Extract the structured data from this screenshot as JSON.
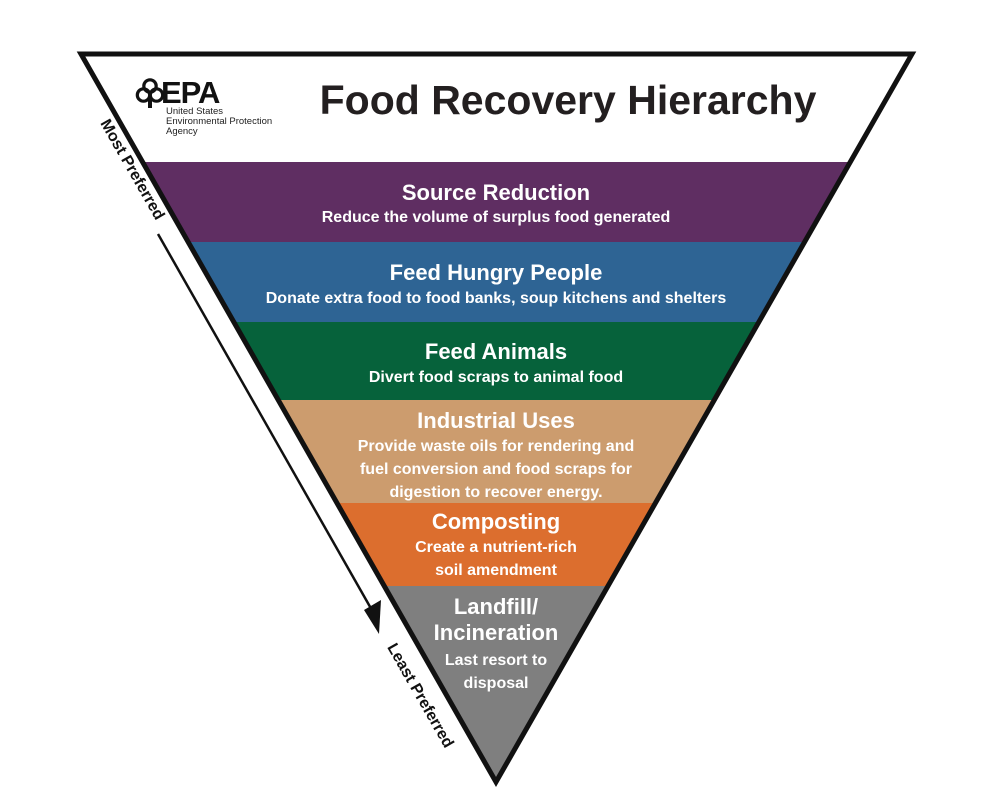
{
  "header": {
    "title": "Food Recovery Hierarchy"
  },
  "logo": {
    "wordmark": "EPA",
    "line1": "United States",
    "line2": "Environmental Protection",
    "line3": "Agency"
  },
  "tiers": [
    {
      "title": "Source Reduction",
      "description": [
        "Reduce the volume of surplus food generated"
      ],
      "color": "#5f2e62"
    },
    {
      "title": "Feed Hungry People",
      "description": [
        "Donate extra food to food banks, soup kitchens and shelters"
      ],
      "color": "#2e6494"
    },
    {
      "title": "Feed Animals",
      "description": [
        "Divert food scraps to animal food"
      ],
      "color": "#06623b"
    },
    {
      "title": "Industrial Uses",
      "description": [
        "Provide waste oils for rendering and",
        "fuel conversion and food scraps for",
        "digestion to recover energy."
      ],
      "color": "#cc9c6e"
    },
    {
      "title": "Composting",
      "description": [
        "Create a nutrient-rich",
        "soil amendment"
      ],
      "color": "#dc6e2e"
    },
    {
      "title": "Landfill/ Incineration",
      "title_lines": [
        "Landfill/",
        "Incineration"
      ],
      "description": [
        "Last resort to",
        "disposal"
      ],
      "color": "#7f7f7f"
    }
  ],
  "preference_axis": {
    "most": "Most Preferred",
    "least": "Least Preferred"
  },
  "colors": {
    "outline": "#111111",
    "header_background": "#ffffff",
    "text_on_tiers": "#ffffff"
  }
}
